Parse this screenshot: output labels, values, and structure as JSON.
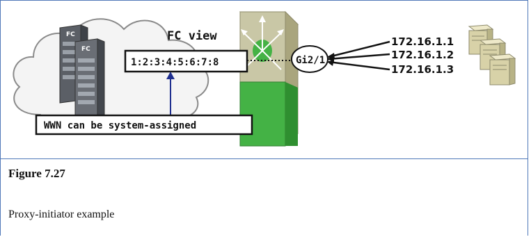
{
  "diagram": {
    "fc_view_label": "FC view",
    "wwn_address": "1:2:3:4:5:6:7:8",
    "port_label": "Gi2/1",
    "ip_addresses": [
      "172.16.1.1",
      "172.16.1.2",
      "172.16.1.3"
    ],
    "wwn_note": "WWN can be system-assigned",
    "storage_labels": [
      "FC",
      "FC"
    ]
  },
  "caption": {
    "title": "Figure 7.27",
    "description": "Proxy-initiator example"
  },
  "colors": {
    "frame_border": "#4f78b8",
    "switch_top": "#c9c7a6",
    "switch_green": "#44b245",
    "arrow_blue": "#1f2f8f"
  }
}
